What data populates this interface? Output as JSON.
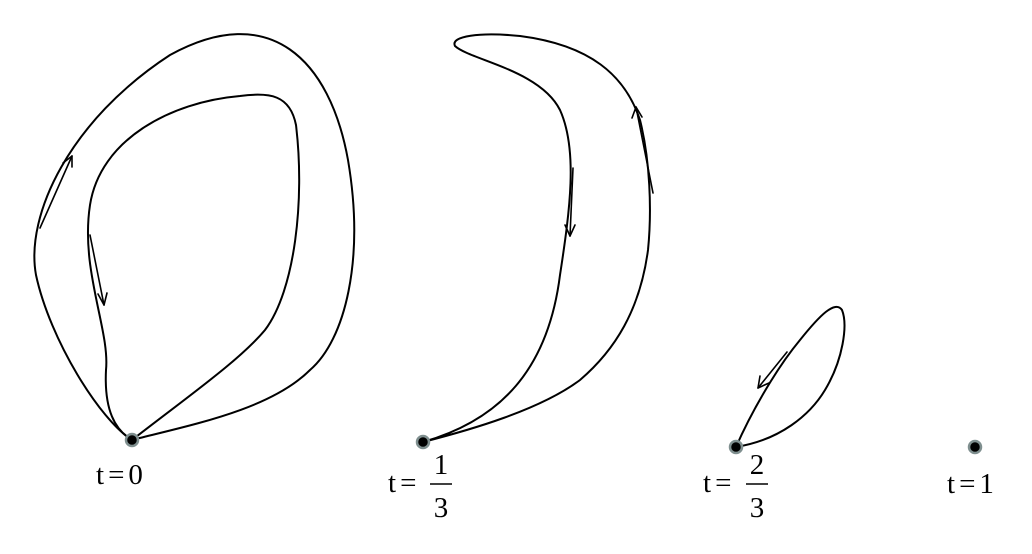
{
  "stages": [
    {
      "label": {
        "var": "t",
        "eq": "=",
        "whole": "0"
      }
    },
    {
      "label": {
        "var": "t",
        "eq": "=",
        "num": "1",
        "den": "3"
      }
    },
    {
      "label": {
        "var": "t",
        "eq": "=",
        "num": "2",
        "den": "3"
      }
    },
    {
      "label": {
        "var": "t",
        "eq": "=",
        "whole": "1"
      }
    }
  ],
  "colors": {
    "curve": "#000000",
    "point_fill": "#000000",
    "point_ring": "#7f8f8f",
    "background": "#ffffff"
  }
}
